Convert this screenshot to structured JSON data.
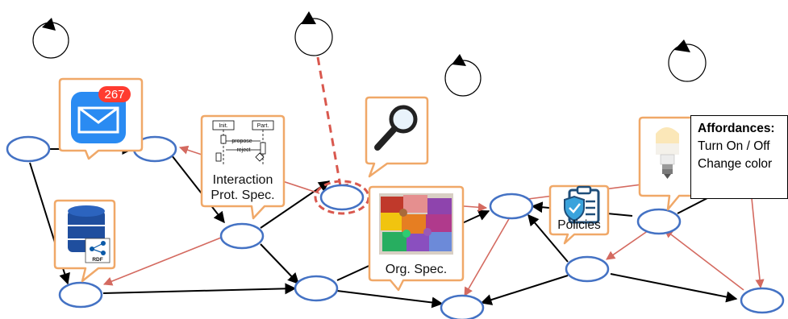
{
  "mail": {
    "badge": "267"
  },
  "interaction": {
    "line1": "Interaction",
    "line2": "Prot. Spec.",
    "init": "Init.",
    "part": "Part.",
    "propose": "propose",
    "reject": "reject"
  },
  "org": {
    "label": "Org. Spec."
  },
  "policies": {
    "label": "Policies"
  },
  "rdf": {
    "label": "RDF"
  },
  "affordances": {
    "title": "Affordances:",
    "items": [
      "Turn On / Off",
      "Change color"
    ]
  },
  "colors": {
    "node_stroke": "#4472c4",
    "callout_stroke": "#f0a868",
    "red_edge": "#d46a60",
    "mail_badge": "#ff3b30"
  }
}
